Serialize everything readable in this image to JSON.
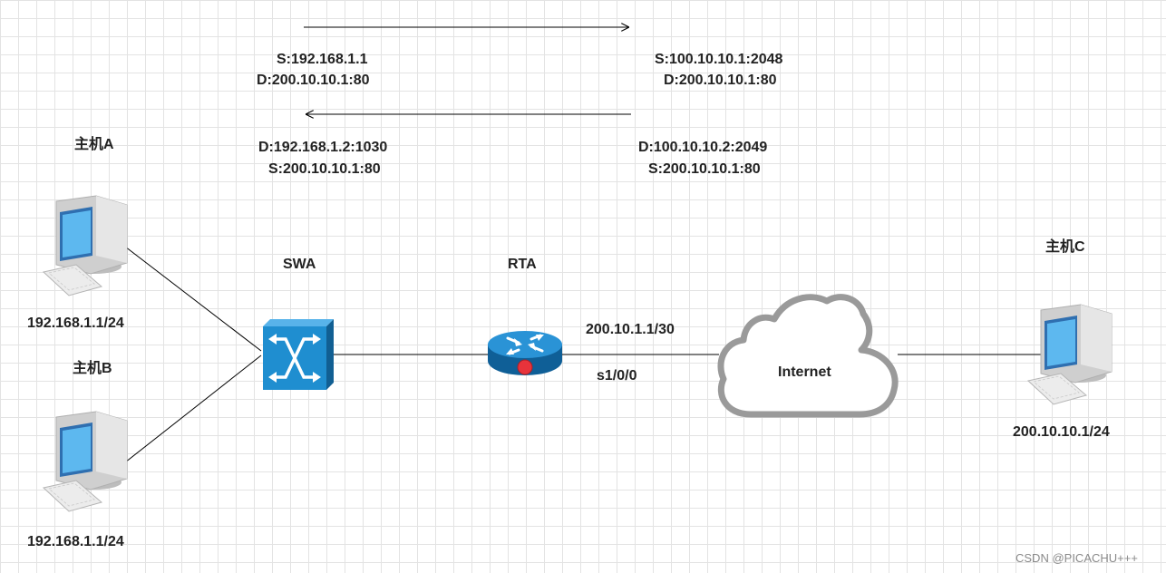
{
  "arrows": {
    "forward": {
      "left_lines": [
        "S:192.168.1.1",
        "D:200.10.10.1:80"
      ],
      "right_lines": [
        "S:100.10.10.1:2048",
        "D:200.10.10.1:80"
      ]
    },
    "backward": {
      "left_lines": [
        "D:192.168.1.2:1030",
        "S:200.10.10.1:80"
      ],
      "right_lines": [
        "D:100.10.10.2:2049",
        "S:200.10.10.1:80"
      ]
    }
  },
  "hosts": {
    "a": {
      "name": "主机A",
      "ip": "192.168.1.1/24"
    },
    "b": {
      "name": "主机B",
      "ip": "192.168.1.1/24"
    },
    "c": {
      "name": "主机C",
      "ip": "200.10.10.1/24"
    }
  },
  "switch": {
    "name": "SWA"
  },
  "router": {
    "name": "RTA",
    "interface_ip": "200.10.1.1/30",
    "interface": "s1/0/0"
  },
  "cloud": {
    "name": "Internet"
  },
  "watermark": "CSDN @PICACHU+++",
  "colors": {
    "pc_screen": "#5db8ef",
    "pc_body": "#d8d8d8",
    "switch": "#1f8ed0",
    "router": "#1a7fc0",
    "router_led": "#e8333b",
    "cloud_stroke": "#9a9a9a"
  }
}
